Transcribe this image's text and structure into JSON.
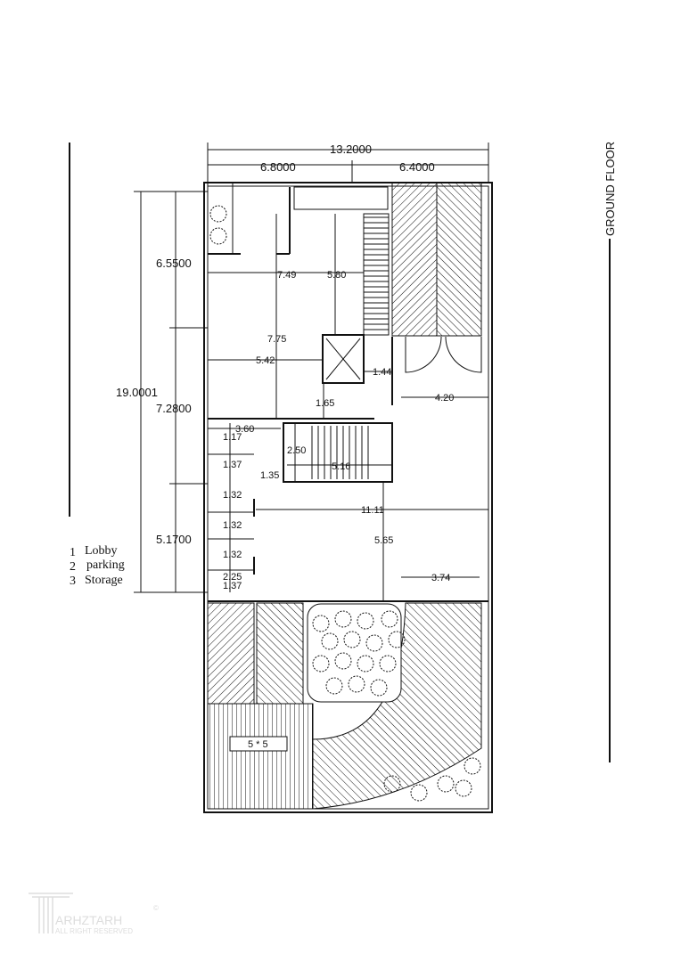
{
  "title": "GROUND FLOOR",
  "overall_dims": {
    "width": "13.2000",
    "left_width": "6.8000",
    "right_width": "6.4000",
    "height": "19.0001",
    "h1": "6.5500",
    "h2": "7.2800",
    "h3": "5.1700"
  },
  "interior_dims": {
    "d749": "7.49",
    "d580": "5.80",
    "d775": "7.75",
    "d542": "5.42",
    "d144": "1.44",
    "d165": "1.65",
    "d420": "4.20",
    "d360": "3.60",
    "d117": "1.17",
    "d250": "2.50",
    "d137a": "1.37",
    "d516": "5.16",
    "d135": "1.35",
    "d132a": "1.32",
    "d1111": "11.11",
    "d132b": "1.32",
    "d565": "5.65",
    "d132c": "1.32",
    "d225": "2.25",
    "d137b": "1.37",
    "d374": "3.74"
  },
  "parking_label": "5 * 5",
  "legend": [
    {
      "num": "1",
      "label": "Lobby"
    },
    {
      "num": "2",
      "label": "parking"
    },
    {
      "num": "3",
      "label": "Storage"
    }
  ],
  "logo": {
    "name": "ARHZTARH",
    "tagline": "ALL RIGHT RESERVED",
    "mark": "©"
  }
}
